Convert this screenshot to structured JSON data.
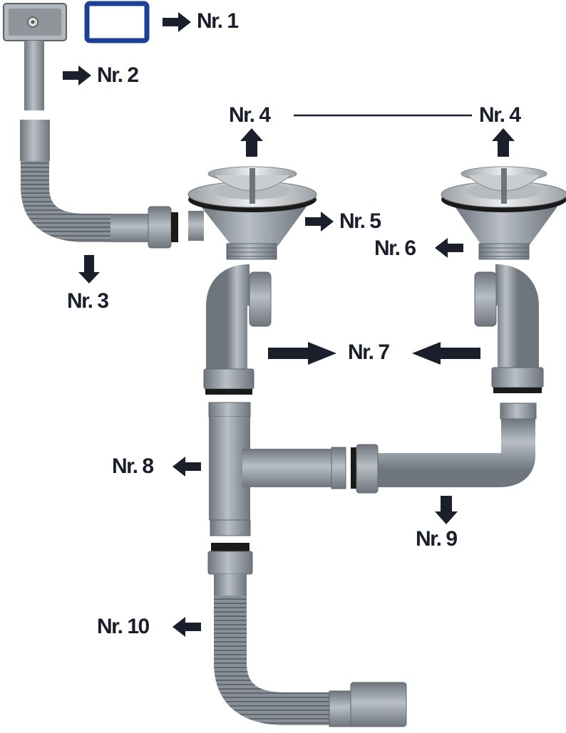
{
  "labels": {
    "n1": "Nr. 1",
    "n2": "Nr. 2",
    "n3": "Nr. 3",
    "n4a": "Nr. 4",
    "n4b": "Nr. 4",
    "n5": "Nr. 5",
    "n6": "Nr. 6",
    "n7": "Nr. 7",
    "n8": "Nr. 8",
    "n9": "Nr. 9",
    "n10": "Nr. 10"
  },
  "colors": {
    "label": "#1a1f2b",
    "pipe": "#8e959d",
    "pipe_dark": "#6e757d",
    "pipe_light": "#b9bfc5",
    "gasket_blue": "#1d3f95",
    "steel": "#cfd3d6",
    "black_ring": "#1a1a1a"
  }
}
